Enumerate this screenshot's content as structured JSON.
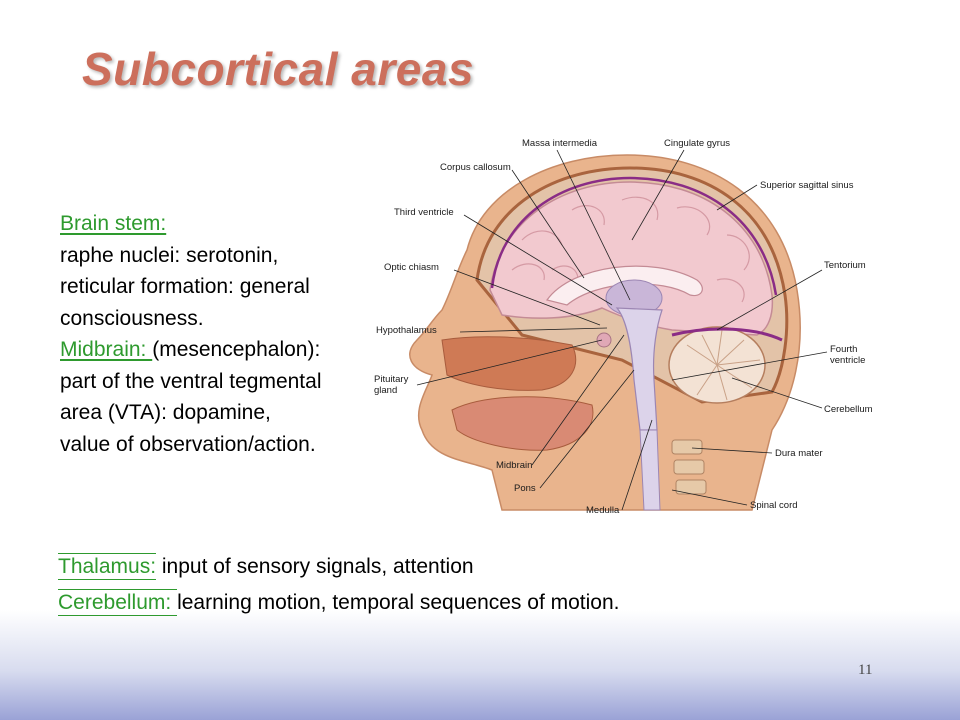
{
  "slide": {
    "title": "Subcortical areas",
    "page_number": "11",
    "brainstem": {
      "heading": "Brain stem:",
      "line1": "raphe nuclei: serotonin,",
      "line2": "reticular formation: general",
      "line3": "consciousness.",
      "midbrain_heading": "Midbrain: ",
      "midbrain_rest": "(mesencephalon):",
      "line5": "part of the ventral tegmental",
      "line6": "area (VTA): dopamine,",
      "line7": "value of observation/action."
    },
    "thalamus": {
      "heading": "Thalamus:",
      "text": " input of sensory signals, attention"
    },
    "cerebellum": {
      "heading": "Cerebellum: ",
      "text": "learning motion, temporal sequences of motion."
    }
  },
  "diagram_labels": {
    "massa_intermedia": "Massa intermedia",
    "cingulate_gyrus": "Cingulate gyrus",
    "corpus_callosum": "Corpus callosum",
    "superior_sagittal_sinus": "Superior sagittal sinus",
    "third_ventricle": "Third ventricle",
    "optic_chiasm": "Optic chiasm",
    "tentorium": "Tentorium",
    "hypothalamus": "Hypothalamus",
    "fourth_ventricle_1": "Fourth",
    "fourth_ventricle_2": "ventricle",
    "pituitary_1": "Pituitary",
    "pituitary_2": "gland",
    "cerebellum": "Cerebellum",
    "dura_mater": "Dura mater",
    "midbrain": "Midbrain",
    "pons": "Pons",
    "medulla": "Medulla",
    "spinal_cord": "Spinal cord"
  },
  "colors": {
    "title": "#cc6f5c",
    "highlight": "#2e9a2e",
    "brain": "#f2c9cf",
    "skin": "#e9b48d"
  }
}
